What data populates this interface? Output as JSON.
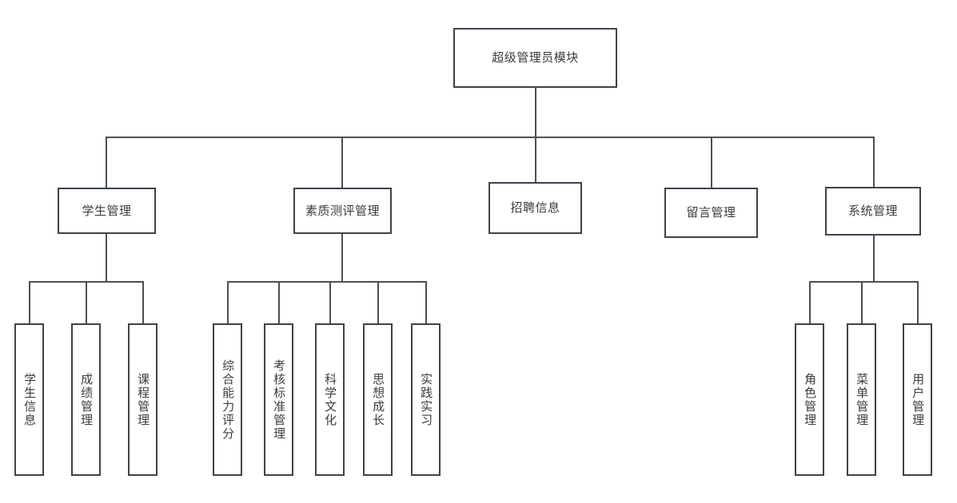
{
  "diagram": {
    "title": "超级管理员模块",
    "type": "org-tree",
    "orientation": "top-down",
    "colors": {
      "background": "#ffffff",
      "node_border": "#3d434b",
      "node_fill": "#ffffff",
      "edge": "#4a5058",
      "text": "#3c3c3c"
    },
    "root": {
      "label": "超级管理员模块"
    },
    "level2": [
      {
        "label": "学生管理"
      },
      {
        "label": "素质测评管理"
      },
      {
        "label": "招聘信息"
      },
      {
        "label": "留言管理"
      },
      {
        "label": "系统管理"
      }
    ],
    "student_children": [
      {
        "label": "学生信息"
      },
      {
        "label": "成绩管理"
      },
      {
        "label": "课程管理"
      }
    ],
    "evaluation_children": [
      {
        "label": "综合能力评分"
      },
      {
        "label": "考核标准管理"
      },
      {
        "label": "科学文化"
      },
      {
        "label": "思想成长"
      },
      {
        "label": "实践实习"
      }
    ],
    "system_children": [
      {
        "label": "角色管理"
      },
      {
        "label": "菜单管理"
      },
      {
        "label": "用户管理"
      }
    ]
  }
}
